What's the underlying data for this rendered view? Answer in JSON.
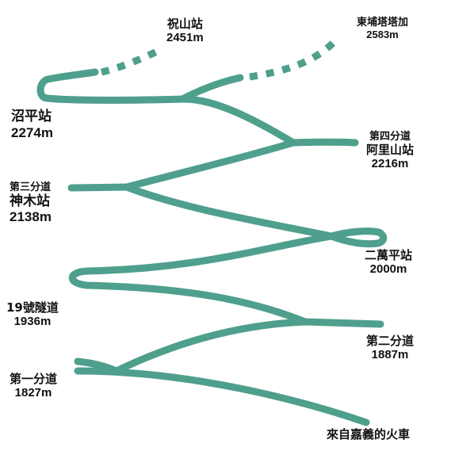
{
  "colors": {
    "track": "#4f9f8d",
    "text": "#111111",
    "background": "#ffffff"
  },
  "stations": {
    "zhushan": {
      "name": "祝山站",
      "elev": "2451m"
    },
    "dongpu": {
      "name": "東埔塔塔加",
      "elev": "2583m"
    },
    "zhaoping": {
      "name": "沼平站",
      "elev": "2274m"
    },
    "alishan": {
      "junction": "第四分道",
      "name": "阿里山站",
      "elev": "2216m"
    },
    "shenmu": {
      "junction": "第三分道",
      "name": "神木站",
      "elev": "2138m"
    },
    "erwanping": {
      "name": "二萬平站",
      "elev": "2000m"
    },
    "tunnel19": {
      "name": "19號隧道",
      "elev": "1936m"
    },
    "second": {
      "name": "第二分道",
      "elev": "1887m"
    },
    "first": {
      "name": "第一分道",
      "elev": "1827m"
    },
    "origin": {
      "name": "來自嘉義的火車"
    }
  }
}
